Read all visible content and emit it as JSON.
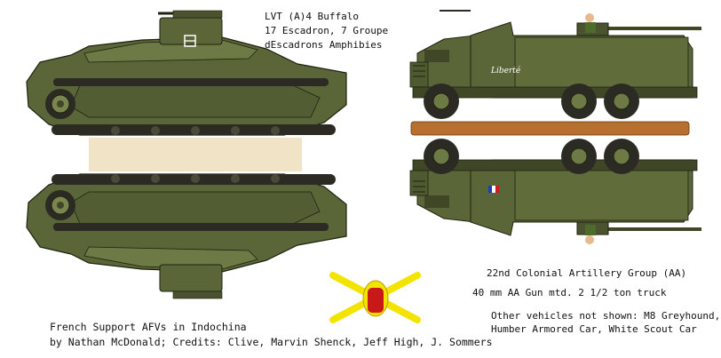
{
  "lvt_caption": {
    "line1": "LVT (A)4  Buffalo",
    "line2": "17 Escadron, 7 Groupe",
    "line3": "dEscadrons Amphibies"
  },
  "truck_caption": {
    "line1": "22nd Colonial Artillery Group (AA)",
    "line2": "40 mm AA Gun mtd. 2 1/2 ton truck"
  },
  "other_caption": {
    "line1": "Other vehicles not shown: M8 Greyhound,",
    "line2": "Humber Armored Car, White Scout Car"
  },
  "credits": {
    "title": "French Support AFVs in Indochina",
    "byline": "by Nathan McDonald; Credits: Clive, Marvin Shenck, Jeff High, J. Sommers"
  },
  "truck_marking": "Liberté",
  "colors": {
    "olive": "#5b6638",
    "olive_dark": "#3f4727",
    "olive_light": "#6d7a45",
    "track": "#2b2b24",
    "sand": "#f1e3c6",
    "timber": "#b8702e",
    "insignia_yellow": "#f3e400",
    "insignia_red": "#c81818"
  }
}
